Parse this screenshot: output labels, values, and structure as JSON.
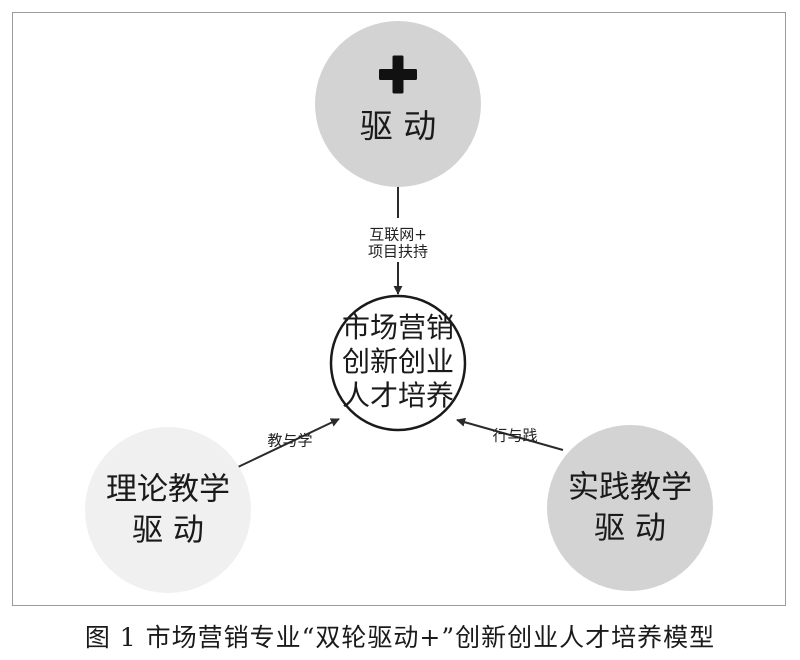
{
  "nodes": {
    "top": {
      "symbol": "+",
      "label": "驱 动",
      "fill": "#d3d3d3"
    },
    "center": {
      "lines": [
        "市场营销",
        "创新创业",
        "人才培养"
      ],
      "fill": "#ffffff",
      "stroke": "#1a1a1a"
    },
    "left": {
      "lines": [
        "理论教学",
        "驱 动"
      ],
      "fill": "#f0f0f0"
    },
    "right": {
      "lines": [
        "实践教学",
        "驱 动"
      ],
      "fill": "#d3d3d3"
    }
  },
  "edges": {
    "top": {
      "lines": [
        "互联网+",
        "项目扶持"
      ]
    },
    "left": {
      "label": "教与学"
    },
    "right": {
      "label": "行与践"
    }
  },
  "caption": "图 1  市场营销专业“双轮驱动+”创新创业人才培养模型"
}
